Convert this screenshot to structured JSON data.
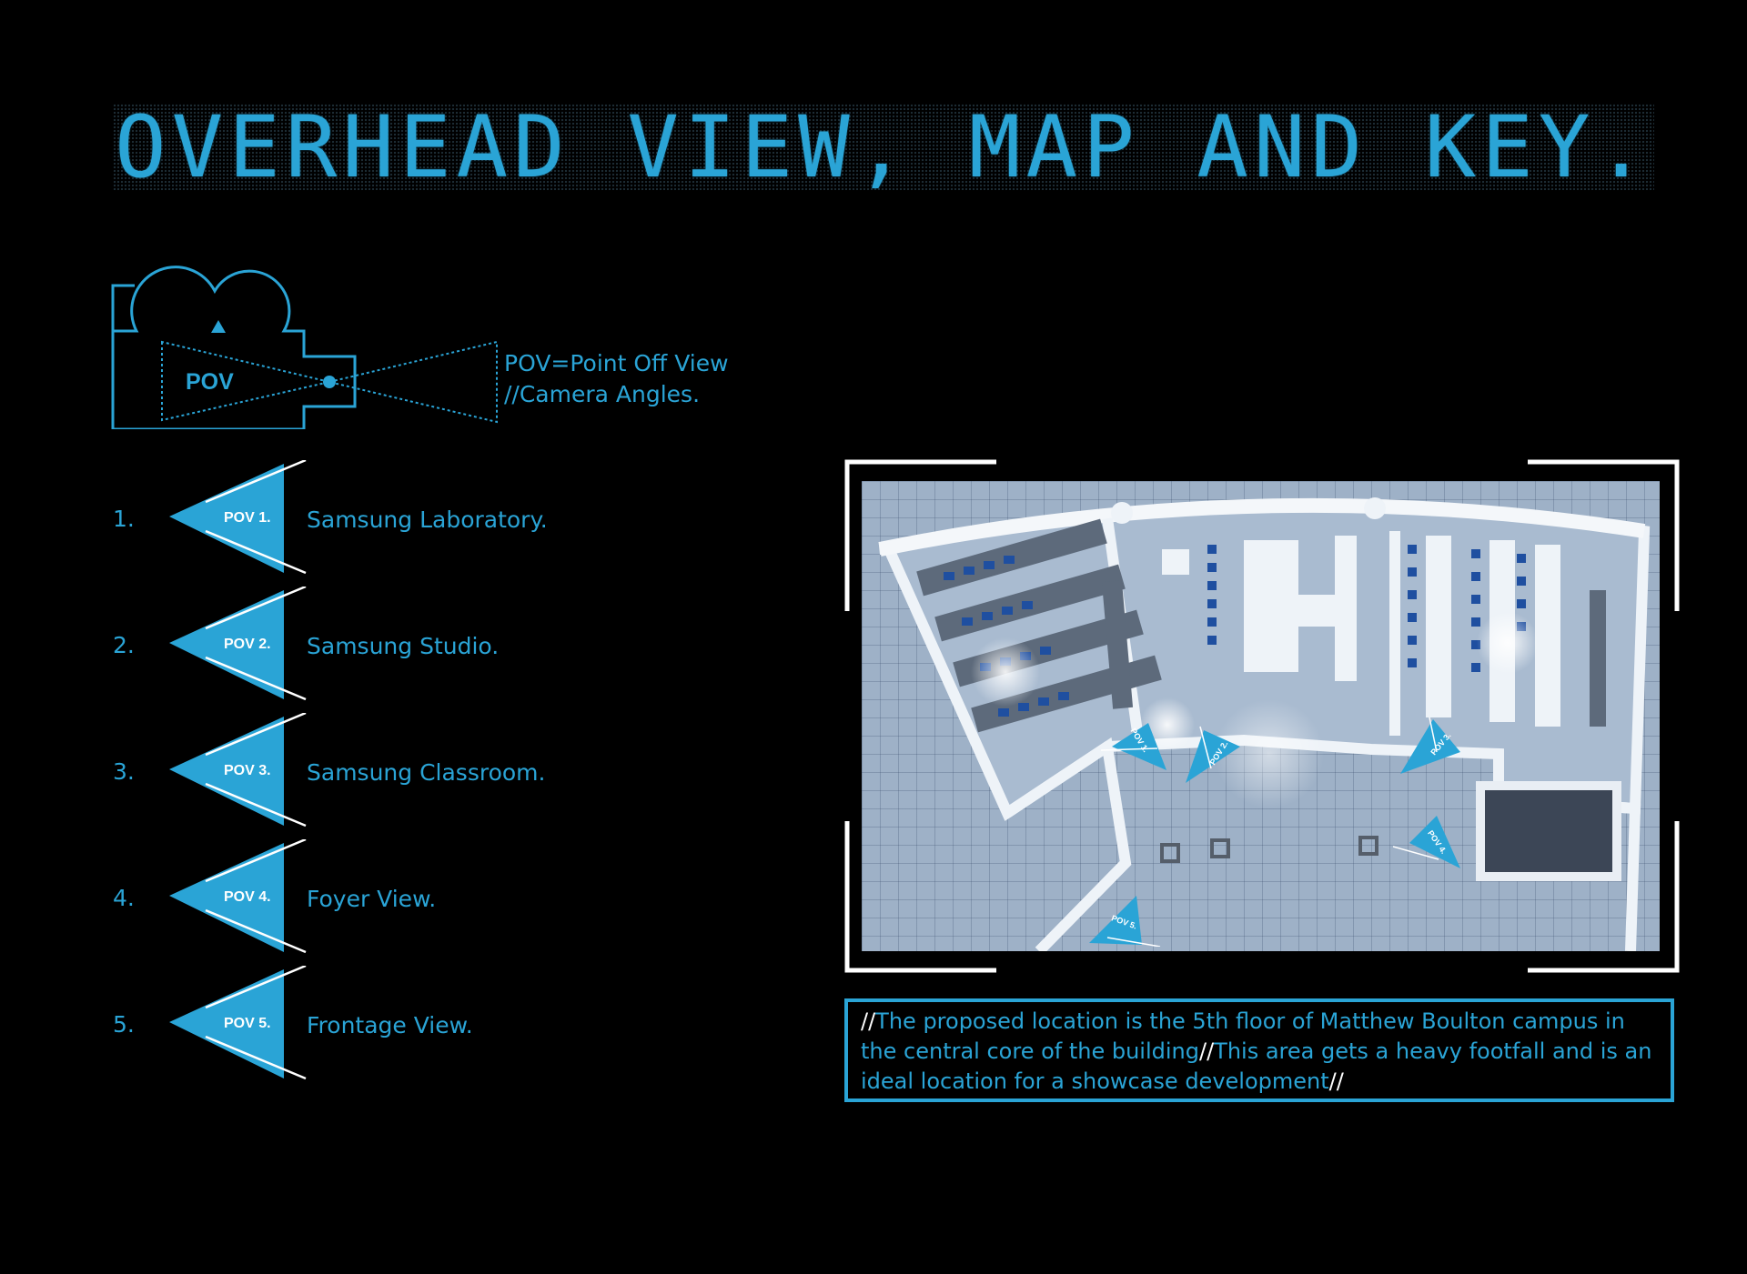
{
  "page": {
    "title": "OVERHEAD VIEW, MAP AND KEY."
  },
  "legend": {
    "camera_label": "POV",
    "definition_line1": "POV=Point Off View",
    "definition_line2": "//Camera Angles."
  },
  "key": [
    {
      "num": "1.",
      "pov": "POV 1.",
      "label": "Samsung Laboratory."
    },
    {
      "num": "2.",
      "pov": "POV 2.",
      "label": "Samsung Studio."
    },
    {
      "num": "3.",
      "pov": "POV 3.",
      "label": "Samsung Classroom."
    },
    {
      "num": "4.",
      "pov": "POV 4.",
      "label": "Foyer View."
    },
    {
      "num": "5.",
      "pov": "POV 5.",
      "label": "Frontage View."
    }
  ],
  "map_markers": [
    "POV 1.",
    "POV 2.",
    "POV 3.",
    "POV 4.",
    "POV 5."
  ],
  "description": {
    "sep": "//",
    "part1": "The proposed location is the 5th floor of Matthew Boulton campus in the central core of the building",
    "part2": "This area gets a heavy footfall and is an ideal location for a showcase development"
  },
  "colors": {
    "background": "#000000",
    "accent": "#2aa4d6",
    "white": "#ffffff",
    "map_floor": "#9eb1c7"
  }
}
